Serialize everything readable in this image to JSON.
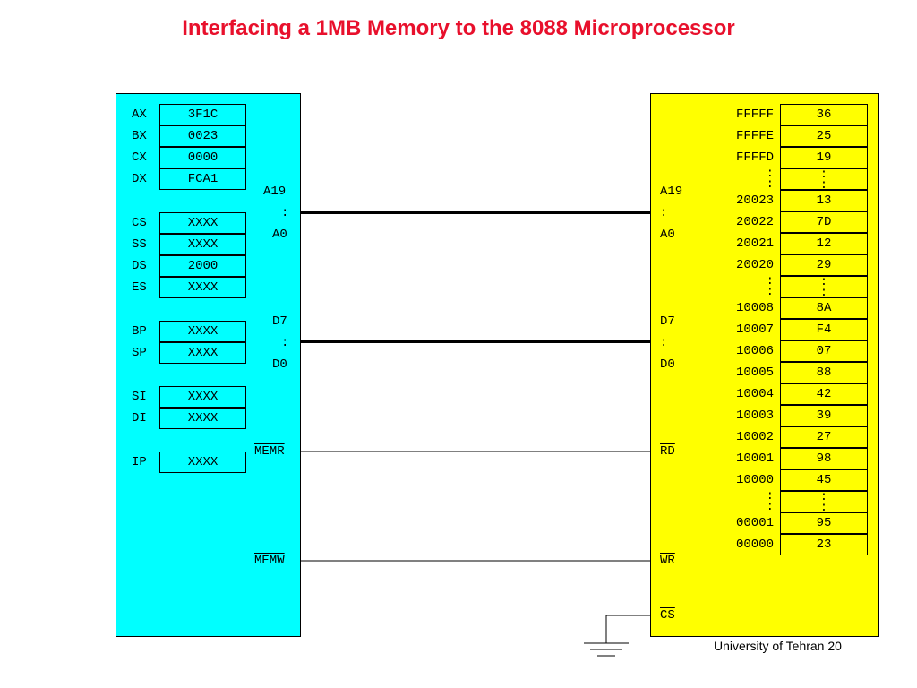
{
  "title": "Interfacing a 1MB Memory to the 8088 Microprocessor",
  "footer": "University of Tehran 20",
  "colors": {
    "title": "#e8102c",
    "cpu": "#00ffff",
    "memory": "#ffff00"
  },
  "cpu": {
    "registers": [
      {
        "name": "AX",
        "value": "3F1C"
      },
      {
        "name": "BX",
        "value": "0023"
      },
      {
        "name": "CX",
        "value": "0000"
      },
      {
        "name": "DX",
        "value": "FCA1"
      },
      {
        "name": "CS",
        "value": "XXXX"
      },
      {
        "name": "SS",
        "value": "XXXX"
      },
      {
        "name": "DS",
        "value": "2000"
      },
      {
        "name": "ES",
        "value": "XXXX"
      },
      {
        "name": "BP",
        "value": "XXXX"
      },
      {
        "name": "SP",
        "value": "XXXX"
      },
      {
        "name": "SI",
        "value": "XXXX"
      },
      {
        "name": "DI",
        "value": "XXXX"
      },
      {
        "name": "IP",
        "value": "XXXX"
      }
    ],
    "pins": {
      "addr_hi": "A19",
      "addr_dots": ":",
      "addr_lo": "A0",
      "data_hi": "D7",
      "data_dots": ":",
      "data_lo": "D0",
      "memr": "MEMR",
      "memw": "MEMW"
    }
  },
  "memory": {
    "pins": {
      "addr_hi": "A19",
      "addr_dots": ":",
      "addr_lo": "A0",
      "data_hi": "D7",
      "data_dots": ":",
      "data_lo": "D0",
      "rd": "RD",
      "wr": "WR",
      "cs": "CS"
    },
    "cells": [
      {
        "addr": "FFFFF",
        "value": "36"
      },
      {
        "addr": "FFFFE",
        "value": "25"
      },
      {
        "addr": "FFFFD",
        "value": "19"
      },
      {
        "addr": ":\n:",
        "value": ":\n:"
      },
      {
        "addr": "20023",
        "value": "13"
      },
      {
        "addr": "20022",
        "value": "7D"
      },
      {
        "addr": "20021",
        "value": "12"
      },
      {
        "addr": "20020",
        "value": "29"
      },
      {
        "addr": ":\n:",
        "value": ":\n:"
      },
      {
        "addr": "10008",
        "value": "8A"
      },
      {
        "addr": "10007",
        "value": "F4"
      },
      {
        "addr": "10006",
        "value": "07"
      },
      {
        "addr": "10005",
        "value": "88"
      },
      {
        "addr": "10004",
        "value": "42"
      },
      {
        "addr": "10003",
        "value": "39"
      },
      {
        "addr": "10002",
        "value": "27"
      },
      {
        "addr": "10001",
        "value": "98"
      },
      {
        "addr": "10000",
        "value": "45"
      },
      {
        "addr": ":\n:",
        "value": ":\n:"
      },
      {
        "addr": "00001",
        "value": "95"
      },
      {
        "addr": "00000",
        "value": "23"
      }
    ]
  }
}
